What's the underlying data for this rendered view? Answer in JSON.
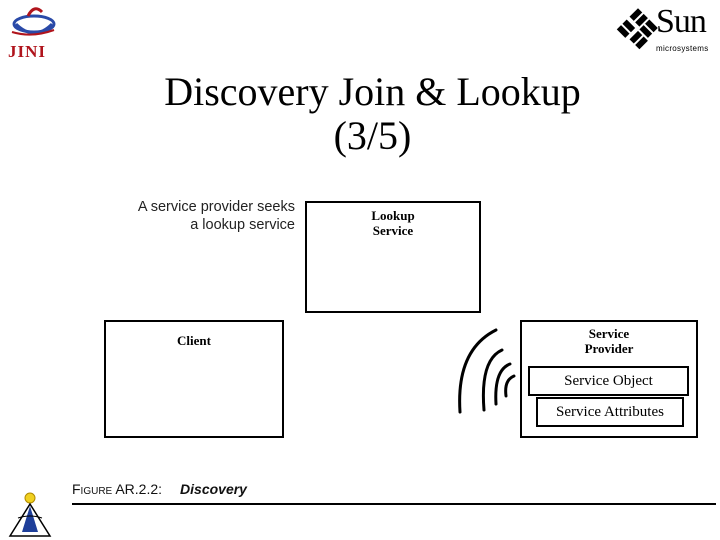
{
  "logos": {
    "jini_text": "JINI",
    "sun_text": "Sun",
    "sun_sub": "microsystems"
  },
  "title_line1": "Discovery Join & Lookup",
  "title_line2": "(3/5)",
  "diagram": {
    "caption_line1": "A service provider seeks",
    "caption_line2": "a lookup service",
    "lookup_line1": "Lookup",
    "lookup_line2": "Service",
    "client": "Client",
    "provider_line1": "Service",
    "provider_line2": "Provider",
    "service_object": "Service Object",
    "service_attributes": "Service Attributes"
  },
  "figure": {
    "prefix": "Figure AR.2.2:",
    "name": "Discovery"
  },
  "colors": {
    "jini_red": "#b0141c",
    "jini_blue": "#2a4aa8"
  }
}
